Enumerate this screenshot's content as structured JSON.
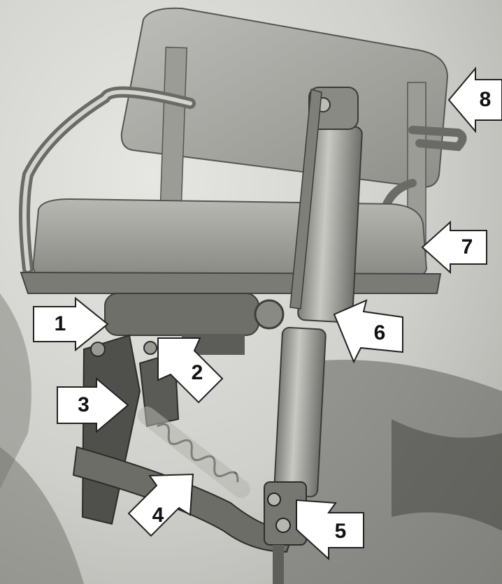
{
  "figure": {
    "subject": "tractor-seat-assembly",
    "callouts": [
      {
        "id": "c1",
        "label": "1"
      },
      {
        "id": "c2",
        "label": "2"
      },
      {
        "id": "c3",
        "label": "3"
      },
      {
        "id": "c4",
        "label": "4"
      },
      {
        "id": "c5",
        "label": "5"
      },
      {
        "id": "c6",
        "label": "6"
      },
      {
        "id": "c7",
        "label": "7"
      },
      {
        "id": "c8",
        "label": "8"
      }
    ]
  }
}
